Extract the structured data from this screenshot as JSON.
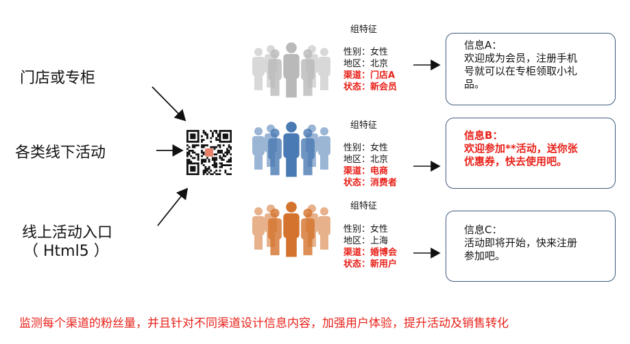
{
  "sources": [
    "门店或专柜",
    "各类线下活动",
    "线上活动入口",
    "（ Html5 ）"
  ],
  "groups": [
    {
      "title": "组特征",
      "color": "#b9b9b9",
      "features": [
        "性别：女性",
        "地区：北京",
        "渠道：门店A",
        "状态：新会员"
      ],
      "message": [
        "信息A：",
        "欢迎成为会员，注册手机",
        "号就可以在专柜领取小礼",
        "品。"
      ]
    },
    {
      "title": "组特征",
      "color": "#4a7ab3",
      "features": [
        "性别：女性",
        "地区：北京",
        "渠道：电商",
        "状态：消费者"
      ],
      "message": [
        "信息B：",
        "欢迎参加**活动，送你张",
        "优惠券，快去使用吧。"
      ]
    },
    {
      "title": "组特征",
      "color": "#d4732d",
      "features": [
        "性别：女性",
        "地区：上海",
        "渠道：婚博会",
        "状态：新用户"
      ],
      "message": [
        "信息C：",
        "活动即将开始，快来注册",
        "参加吧。"
      ]
    }
  ],
  "footer": "监测每个渠道的粉丝量，并且针对不同渠道设计信息内容，加强用户体验，提升活动及销售转化"
}
